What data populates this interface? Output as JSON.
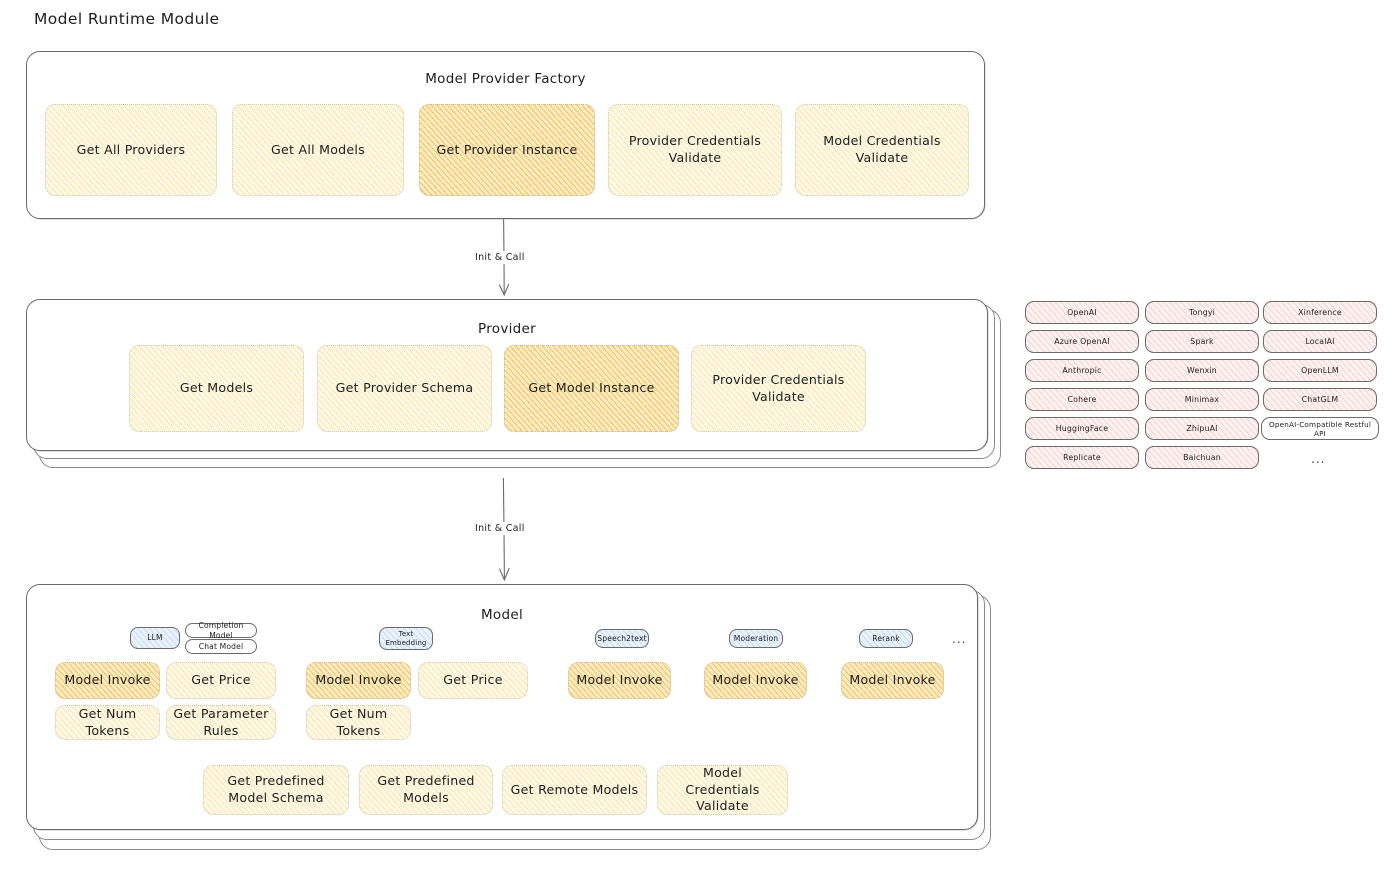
{
  "diagram": {
    "title": "Model Runtime Module",
    "type": "architecture-diagram"
  },
  "factory": {
    "title": "Model Provider Factory",
    "nodes": [
      {
        "label": "Get All Providers",
        "highlighted": false
      },
      {
        "label": "Get All Models",
        "highlighted": false
      },
      {
        "label": "Get Provider Instance",
        "highlighted": true
      },
      {
        "label": "Provider Credentials Validate",
        "highlighted": false
      },
      {
        "label": "Model Credentials Validate",
        "highlighted": false
      }
    ]
  },
  "arrow_1": {
    "label": "Init & Call"
  },
  "provider": {
    "title": "Provider",
    "nodes": [
      {
        "label": "Get Models",
        "highlighted": false
      },
      {
        "label": "Get Provider Schema",
        "highlighted": false
      },
      {
        "label": "Get Model Instance",
        "highlighted": true
      },
      {
        "label": "Provider Credentials Validate",
        "highlighted": false
      }
    ]
  },
  "arrow_2": {
    "label": "Init & Call"
  },
  "provider_list": {
    "columns": [
      [
        "OpenAI",
        "Azure OpenAI",
        "Anthropic",
        "Cohere",
        "HuggingFace",
        "Replicate"
      ],
      [
        "Tongyi",
        "Spark",
        "Wenxin",
        "Minimax",
        "ZhipuAI",
        "Baichuan"
      ],
      [
        "Xinference",
        "LocalAI",
        "OpenLLM",
        "ChatGLM",
        "OpenAI-Compatible Restful API"
      ]
    ],
    "more": "..."
  },
  "model": {
    "title": "Model",
    "more": "...",
    "groups": [
      {
        "chip": "LLM",
        "sub_chips": [
          "Completion Model",
          "Chat Model"
        ],
        "nodes": [
          {
            "label": "Model Invoke",
            "highlighted": true
          },
          {
            "label": "Get Price",
            "highlighted": false
          },
          {
            "label": "Get Num Tokens",
            "highlighted": false
          },
          {
            "label": "Get Parameter Rules",
            "highlighted": false
          }
        ]
      },
      {
        "chip": "Text Embedding",
        "sub_chips": [],
        "nodes": [
          {
            "label": "Model Invoke",
            "highlighted": true
          },
          {
            "label": "Get Price",
            "highlighted": false
          },
          {
            "label": "Get Num Tokens",
            "highlighted": false
          }
        ]
      },
      {
        "chip": "Speech2text",
        "sub_chips": [],
        "nodes": [
          {
            "label": "Model Invoke",
            "highlighted": true
          }
        ]
      },
      {
        "chip": "Moderation",
        "sub_chips": [],
        "nodes": [
          {
            "label": "Model Invoke",
            "highlighted": true
          }
        ]
      },
      {
        "chip": "Rerank",
        "sub_chips": [],
        "nodes": [
          {
            "label": "Model Invoke",
            "highlighted": true
          }
        ]
      }
    ],
    "common_nodes": [
      {
        "label": "Get Predefined Model Schema"
      },
      {
        "label": "Get Predefined Models"
      },
      {
        "label": "Get Remote Models"
      },
      {
        "label": "Model Credentials Validate"
      }
    ]
  },
  "colors": {
    "stroke": "#6b6b6b",
    "text": "#1e1e1e",
    "cream": "#fdf8e6",
    "amber": "#fcecc4",
    "pink": "#fdf2f2",
    "blue": "#e8f2fb",
    "background": "#ffffff"
  }
}
